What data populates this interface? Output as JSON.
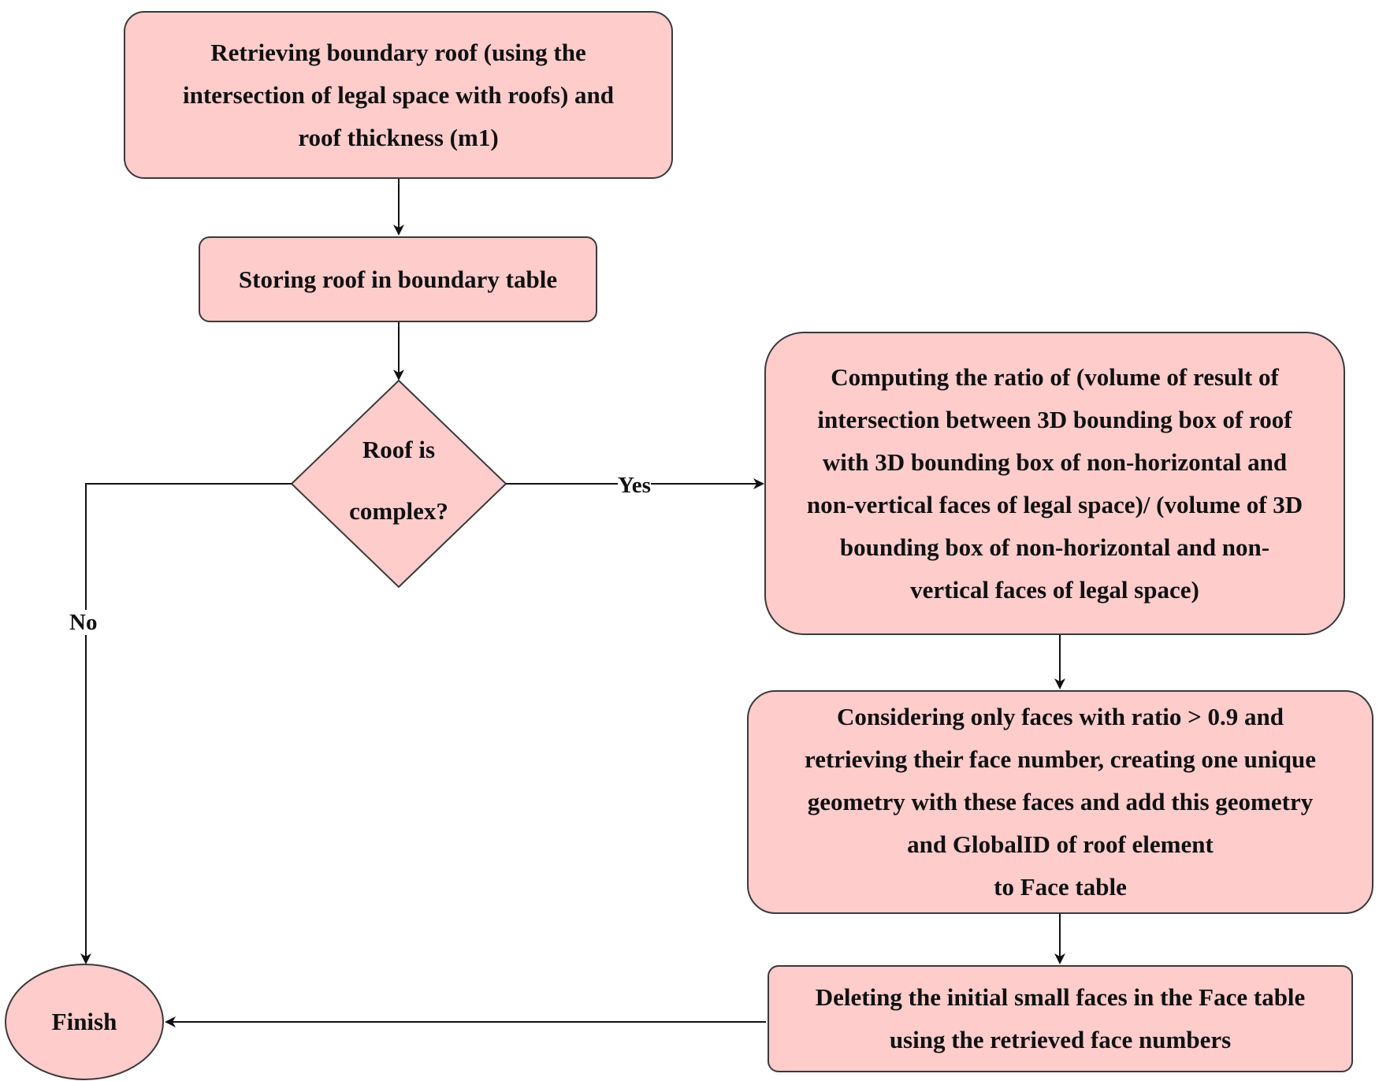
{
  "diagram": {
    "nodes": {
      "retrieve": "Retrieving boundary roof  (using the\nintersection of legal space with roofs) and\nroof thickness (m1)",
      "store": "Storing roof in boundary table",
      "decision": "Roof is\ncomplex?",
      "compute": "Computing the ratio of (volume of result of\nintersection between 3D bounding box of roof\nwith 3D bounding box of non-horizontal and\nnon-vertical faces of legal space)/ (volume of 3D\nbounding box of non-horizontal and non-\nvertical faces of legal space)",
      "consider": "Considering only faces with ratio > 0.9 and\nretrieving their face number, creating one unique\ngeometry with these faces and add this geometry\nand GlobalID of roof element\nto Face table",
      "delete": "Deleting the initial small faces in the Face table\nusing the retrieved face numbers",
      "finish": "Finish"
    },
    "edge_labels": {
      "yes": "Yes",
      "no": "No"
    },
    "colors": {
      "node_fill": "#ffcccc",
      "stroke": "#3a3a3a"
    }
  }
}
